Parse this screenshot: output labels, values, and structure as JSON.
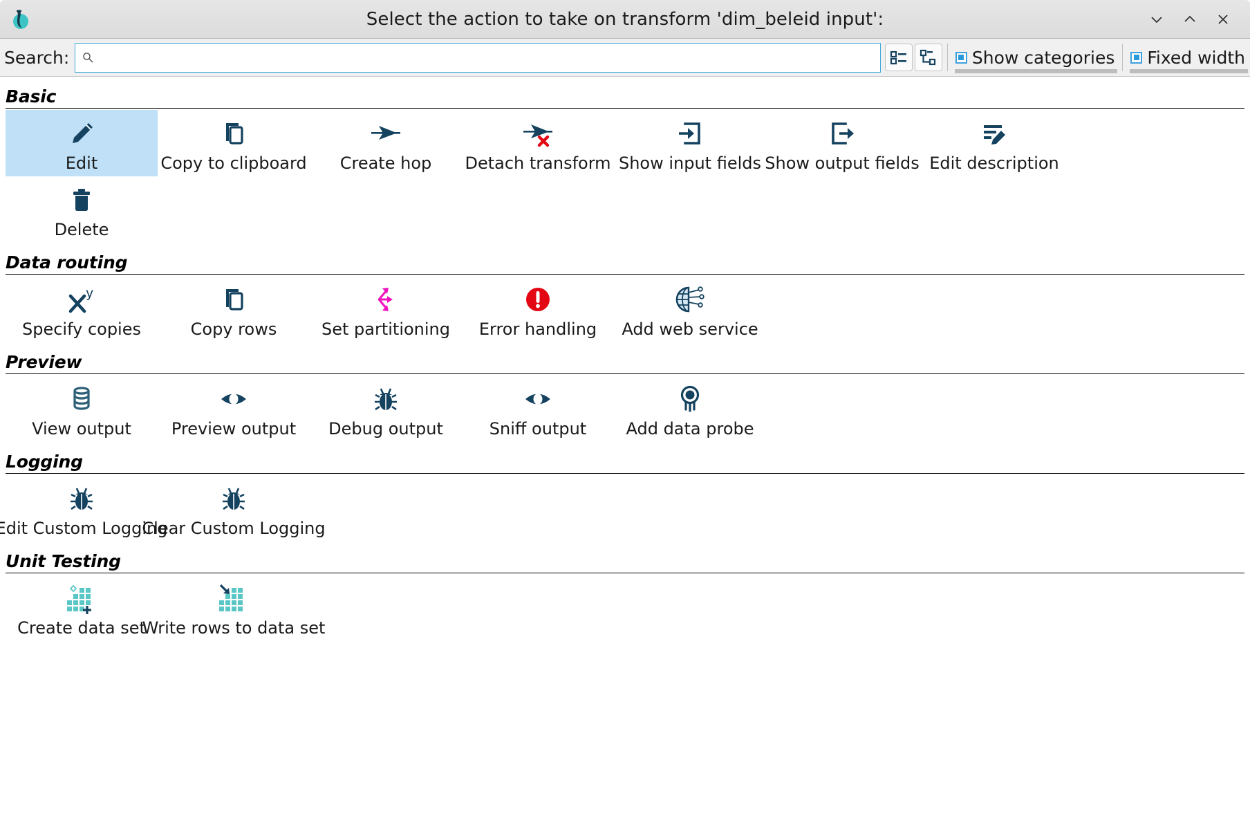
{
  "window": {
    "title": "Select the action to take on transform 'dim_beleid input':",
    "logo_icon": "apache-hop-logo",
    "controls": [
      {
        "name": "minimize-button",
        "glyph": "chevron-down"
      },
      {
        "name": "maximize-button",
        "glyph": "chevron-up"
      },
      {
        "name": "close-button",
        "glyph": "x"
      }
    ]
  },
  "search": {
    "label": "Search:",
    "value": "",
    "placeholder": "",
    "icon": "magnifier-icon"
  },
  "toolbar": {
    "buttons": [
      {
        "name": "list-view-button",
        "icon": "list-view-icon"
      },
      {
        "name": "tree-view-button",
        "icon": "tree-view-icon"
      }
    ],
    "checkboxes": [
      {
        "name": "show-categories-checkbox",
        "label": "Show categories",
        "checked": true
      },
      {
        "name": "fixed-width-checkbox",
        "label": "Fixed width",
        "checked": true
      }
    ]
  },
  "colors": {
    "icon_navy": "#14425f",
    "accent_teal": "#5bc6c6",
    "selection_blue": "#bfe0f7",
    "error_red": "#e30613",
    "magenta": "#f012be",
    "checkbox_blue": "#2b9ada"
  },
  "sections": [
    {
      "title": "Basic",
      "items": [
        {
          "label": "Edit",
          "icon": "pencil-icon",
          "selected": true
        },
        {
          "label": "Copy to clipboard",
          "icon": "copy-icon",
          "selected": false
        },
        {
          "label": "Create hop",
          "icon": "arrow-hop-icon",
          "selected": false
        },
        {
          "label": "Detach transform",
          "icon": "arrow-hop-delete-icon",
          "selected": false
        },
        {
          "label": "Show input fields",
          "icon": "input-fields-icon",
          "selected": false
        },
        {
          "label": "Show output fields",
          "icon": "output-fields-icon",
          "selected": false
        },
        {
          "label": "Edit description",
          "icon": "edit-description-icon",
          "selected": false
        },
        {
          "label": "Delete",
          "icon": "trash-icon",
          "selected": false
        }
      ]
    },
    {
      "title": "Data routing",
      "items": [
        {
          "label": "Specify copies",
          "icon": "x-power-y-icon",
          "selected": false
        },
        {
          "label": "Copy rows",
          "icon": "copy-rows-icon",
          "selected": false
        },
        {
          "label": "Set partitioning",
          "icon": "partition-arrows-icon",
          "selected": false
        },
        {
          "label": "Error handling",
          "icon": "error-circle-icon",
          "selected": false
        },
        {
          "label": "Add web service",
          "icon": "web-service-globe-icon",
          "selected": false
        }
      ]
    },
    {
      "title": "Preview",
      "items": [
        {
          "label": "View output",
          "icon": "database-icon",
          "selected": false
        },
        {
          "label": "Preview output",
          "icon": "eye-icon",
          "selected": false
        },
        {
          "label": "Debug output",
          "icon": "bug-icon",
          "selected": false
        },
        {
          "label": "Sniff output",
          "icon": "eye-icon",
          "selected": false
        },
        {
          "label": "Add data probe",
          "icon": "data-probe-icon",
          "selected": false
        }
      ]
    },
    {
      "title": "Logging",
      "items": [
        {
          "label": "Edit Custom Logging",
          "icon": "bug-icon",
          "selected": false
        },
        {
          "label": "Clear Custom Logging",
          "icon": "bug-icon",
          "selected": false
        }
      ]
    },
    {
      "title": "Unit Testing",
      "items": [
        {
          "label": "Create data set",
          "icon": "create-data-set-icon",
          "selected": false
        },
        {
          "label": "Write rows to data set",
          "icon": "write-rows-data-set-icon",
          "selected": false
        }
      ]
    }
  ]
}
